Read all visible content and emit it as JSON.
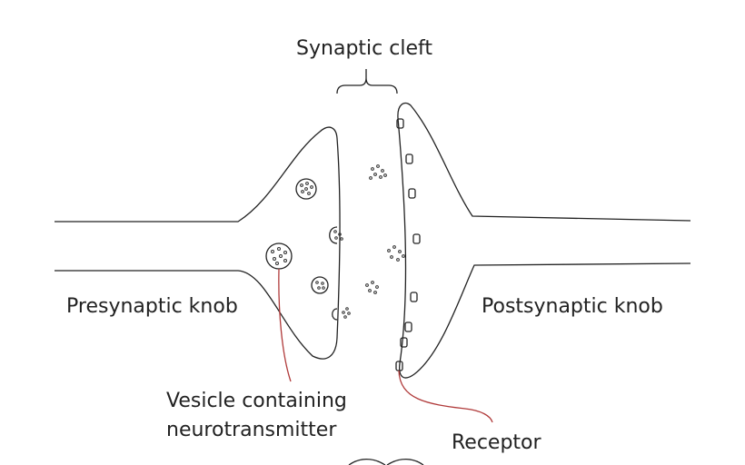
{
  "labels": {
    "synaptic_cleft": "Synaptic cleft",
    "presynaptic_knob": "Presynaptic knob",
    "postsynaptic_knob": "Postsynaptic knob",
    "vesicle_line1": "Vesicle containing",
    "vesicle_line2": "neurotransmitter",
    "receptor": "Receptor"
  },
  "colors": {
    "outline": "#222222",
    "pointer": "#b03a3a",
    "text": "#222222",
    "background": "#ffffff"
  }
}
